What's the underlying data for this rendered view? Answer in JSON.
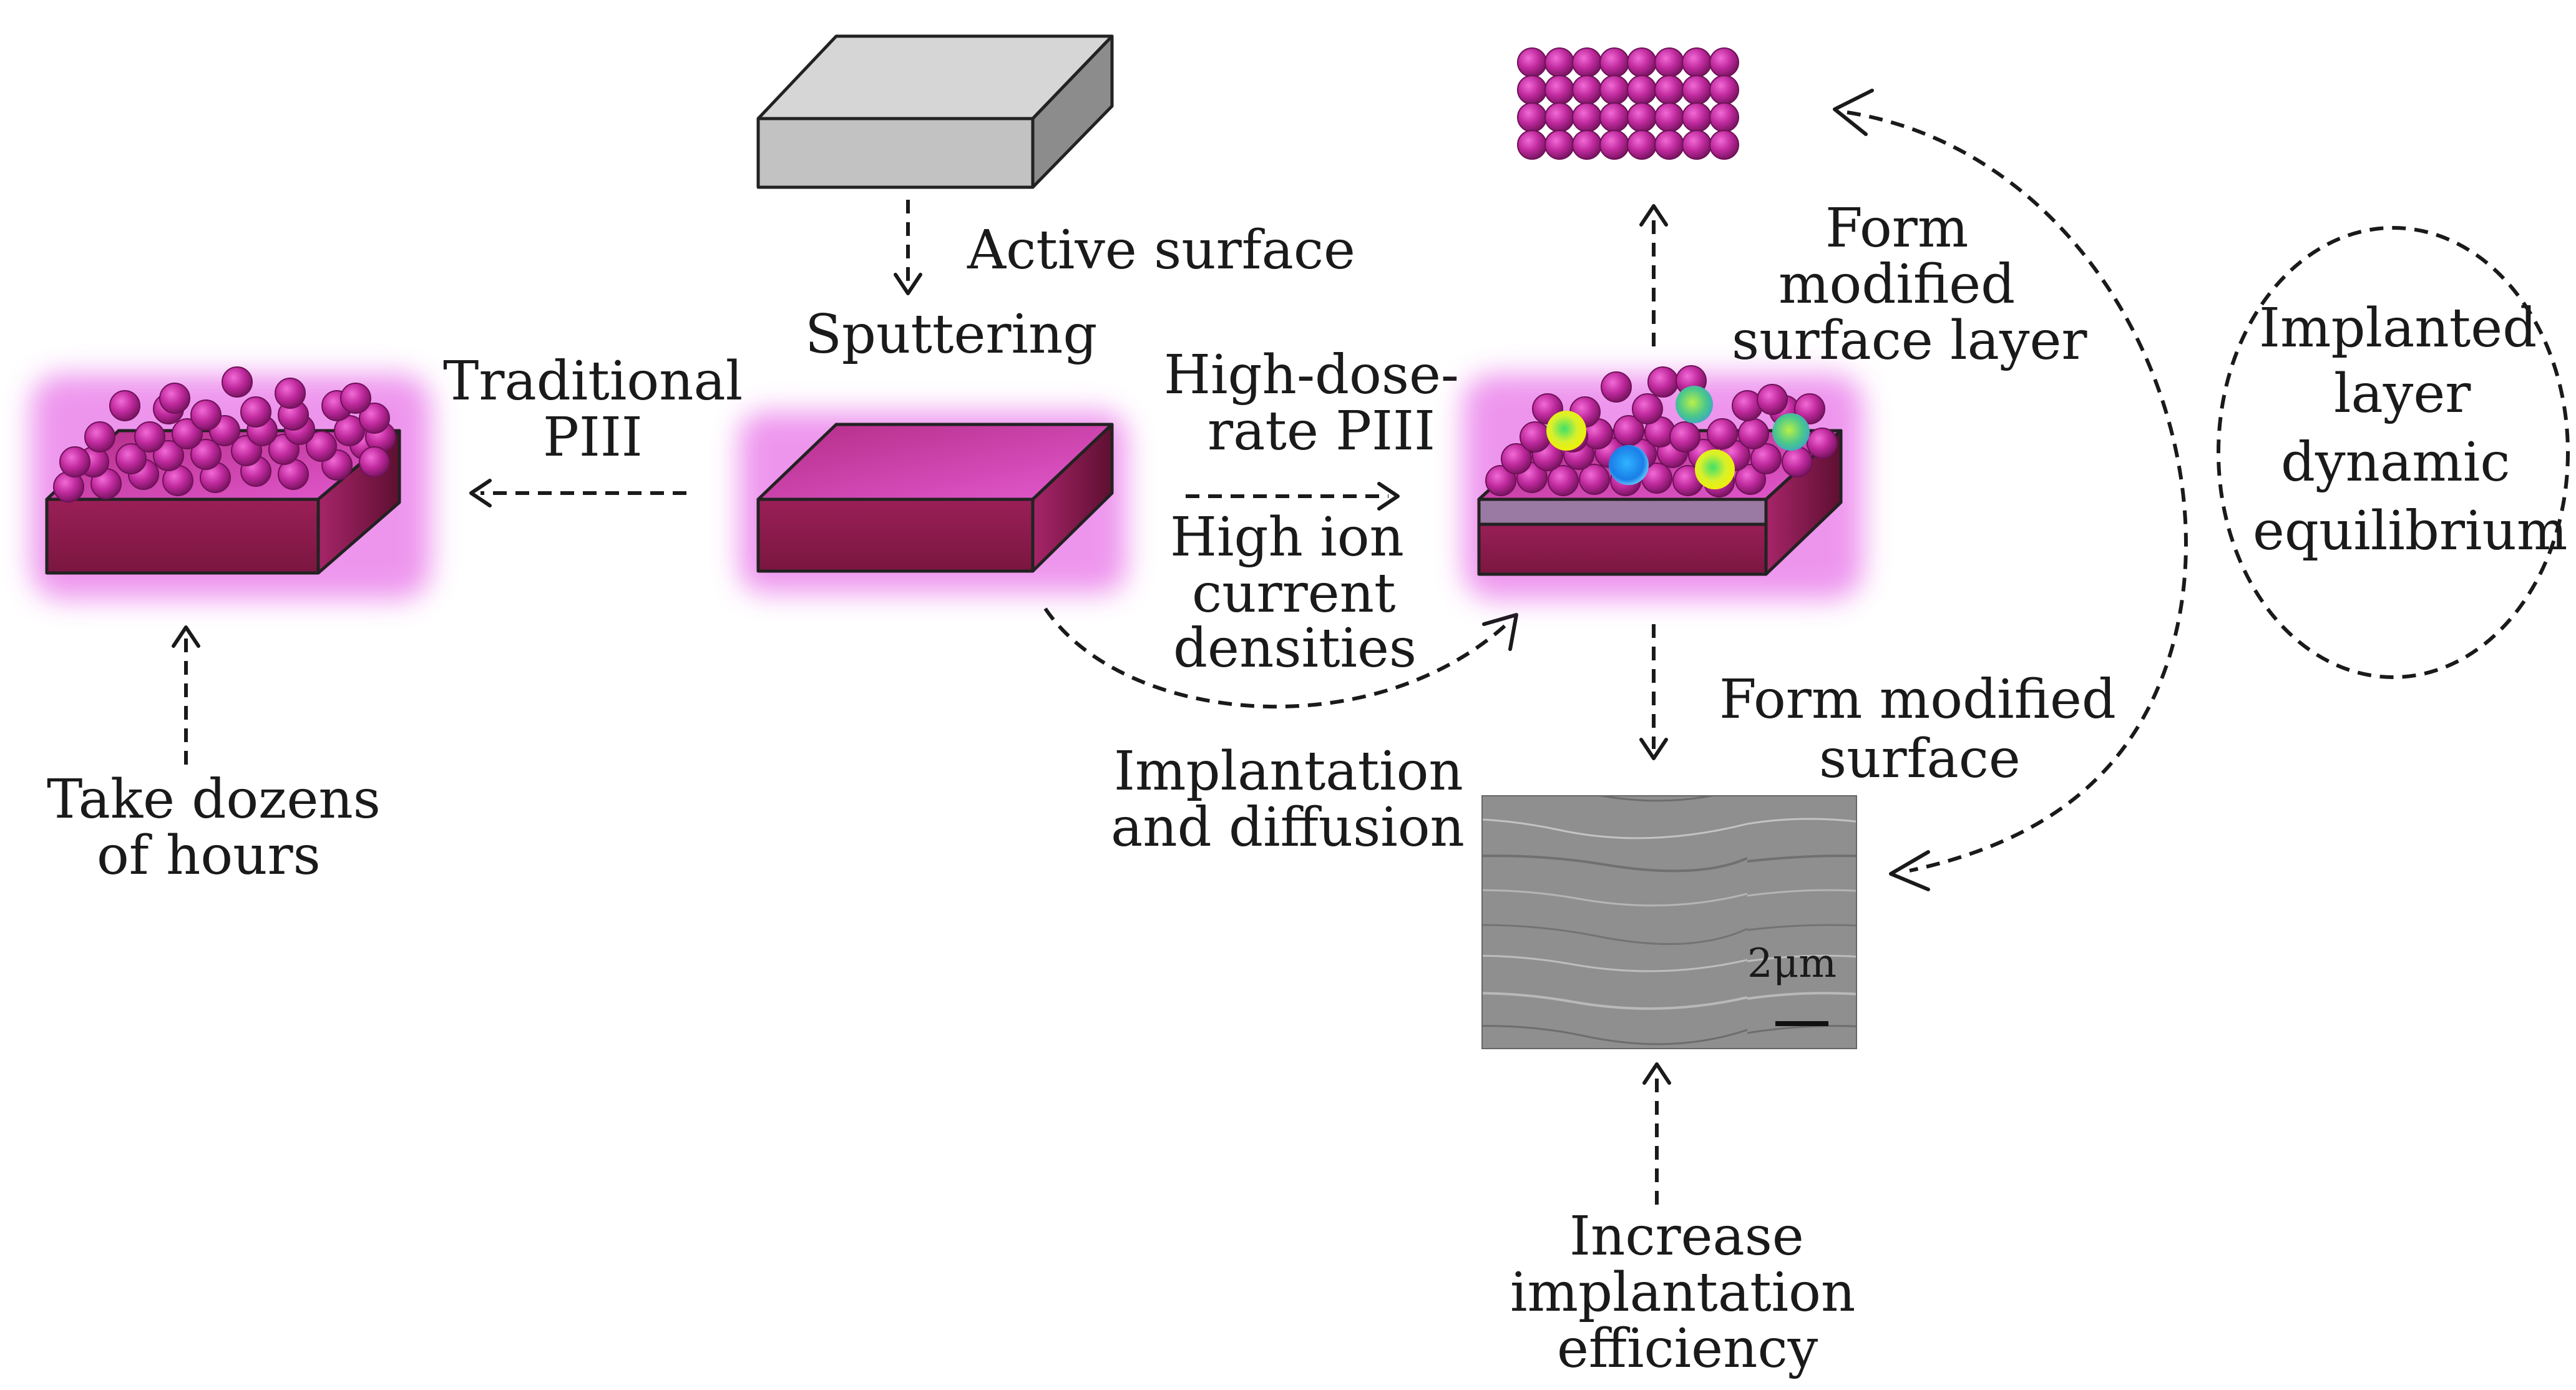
{
  "labels": {
    "active_surface": "Active surface",
    "sputtering": "Sputtering",
    "traditional_1": "Traditional",
    "traditional_2": "PIII",
    "high_dose_1": "High-dose-",
    "high_dose_2": "rate PIII",
    "high_ion_1": "High ion",
    "high_ion_2": "current",
    "high_ion_3": "densities",
    "implantation_1": "Implantation",
    "implantation_2": "and diffusion",
    "take_dozens_1": "Take dozens",
    "take_dozens_2": "of hours",
    "form_layer_1": "Form",
    "form_layer_2": "modified",
    "form_layer_3": "surface layer",
    "form_surface_1": "Form modified",
    "form_surface_2": "surface",
    "increase_1": "Increase",
    "increase_2": "implantation",
    "increase_3": "efficiency",
    "equilibrium_1": "Implanted",
    "equilibrium_2": "layer",
    "equilibrium_3": "dynamic",
    "equilibrium_4": "equilibrium",
    "scale_bar": "2μm"
  },
  "colors": {
    "magenta_glow": "#e040e0",
    "box_top": "#c8379a",
    "box_front": "#8b1a4a",
    "box_side": "#6a1238",
    "atom": "#b0208e",
    "gray_top": "#d4d4d4",
    "gray_front": "#bdbdbd",
    "gray_side": "#8a8a8a",
    "sem_bg": "#8e8e8e"
  },
  "icons": {
    "atom": "atom-sphere-icon",
    "dopant_yellow": "dopant-yellow-icon",
    "dopant_blue": "dopant-blue-icon",
    "dopant_green": "dopant-green-icon"
  }
}
